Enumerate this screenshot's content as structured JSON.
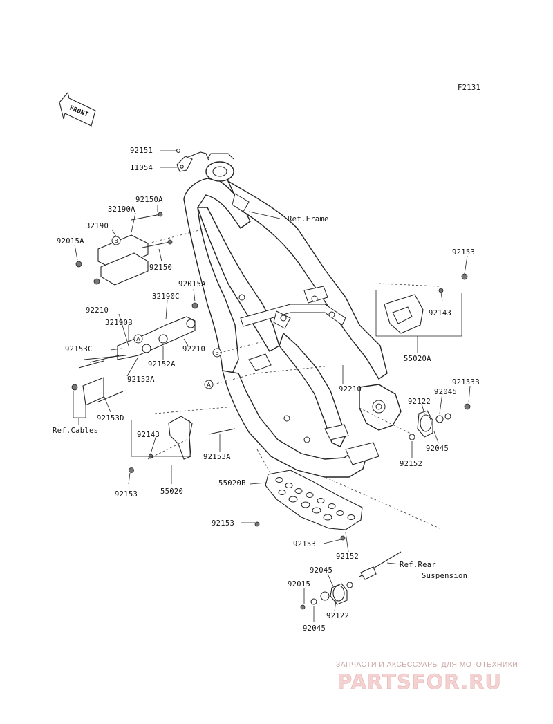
{
  "diagram_code": "F2131",
  "front_label": "FRONT",
  "callouts": {
    "a": "A",
    "b": "B"
  },
  "refs": {
    "frame": "Ref.Frame",
    "cables": "Ref.Cables",
    "rear_susp_1": "Ref.Rear",
    "rear_susp_2": "Suspension"
  },
  "parts": {
    "p92151": "92151",
    "p11054": "11054",
    "p92150A": "92150A",
    "p32190A": "32190A",
    "p32190": "32190",
    "p92015A_1": "92015A",
    "p92150": "92150",
    "p92015A_2": "92015A",
    "p92210_1": "92210",
    "p32190C": "32190C",
    "p32190B": "32190B",
    "p92153C": "92153C",
    "p92210_2": "92210",
    "p92152A_1": "92152A",
    "p92152A_2": "92152A",
    "p92153D": "92153D",
    "p92153_top": "92153",
    "p92143_right": "92143",
    "p55020A": "55020A",
    "p92210_3": "92210",
    "p92153B": "92153B",
    "p92045_1": "92045",
    "p92122_1": "92122",
    "p92045_2": "92045",
    "p92152_1": "92152",
    "p92143_left": "92143",
    "p92153A": "92153A",
    "p92153_left": "92153",
    "p55020": "55020",
    "p55020B": "55020B",
    "p92153_mid": "92153",
    "p92153_low": "92153",
    "p92152_2": "92152",
    "p92045_3": "92045",
    "p92015": "92015",
    "p92122_2": "92122",
    "p92045_4": "92045"
  },
  "watermark": {
    "tagline": "ЗАПЧАСТИ И АКСЕССУАРЫ ДЛЯ МОТОТЕХНИКИ",
    "brand": "PARTSFOR.RU"
  },
  "colors": {
    "ink": "#222222",
    "watermark": "#e6b3b3"
  }
}
